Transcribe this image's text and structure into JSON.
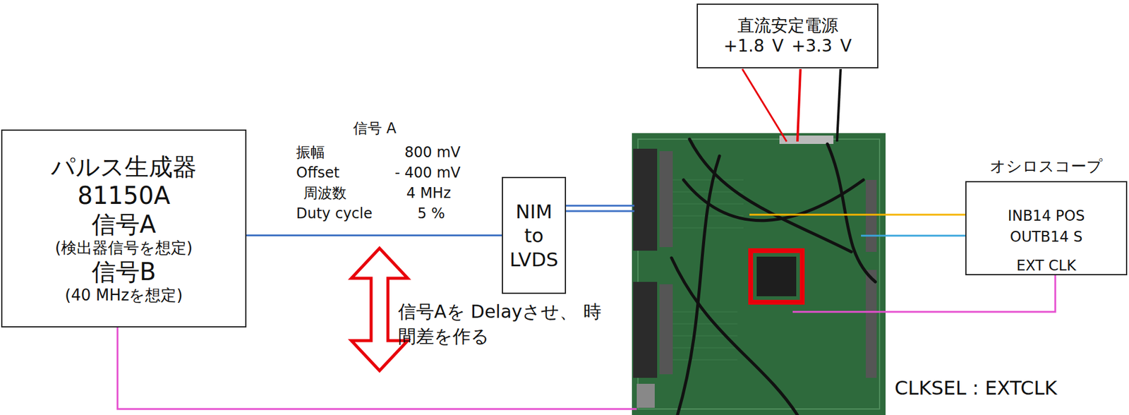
{
  "diagram": {
    "nodes": [
      {
        "text": [
          "パルス生成器",
          "81150A",
          "信号A",
          "(検出器信号を想定)",
          "信号B",
          "(40 MHzを想定)"
        ]
      },
      {
        "text": [
          "NIM to LVDS"
        ]
      },
      {
        "text": [
          "直流安定電源",
          "+1.8 V +3.3 V"
        ]
      },
      {
        "text": [
          "オシロスコープ",
          "INB14 POS",
          "OUTB14 S",
          "EXT CLK"
        ]
      }
    ],
    "edges": [
      {
        "from": 0,
        "to": 1,
        "arrow": "none"
      }
    ],
    "labels": [
      "信号 A",
      "振幅",
      "800 mV",
      "Offset",
      "- 400 mV",
      "周波数",
      "4 MHz",
      "Duty cycle",
      "5 %",
      "信号Aを Delayさせ、 時間差を作る",
      "CLKSEL : EXTCLK"
    ]
  }
}
